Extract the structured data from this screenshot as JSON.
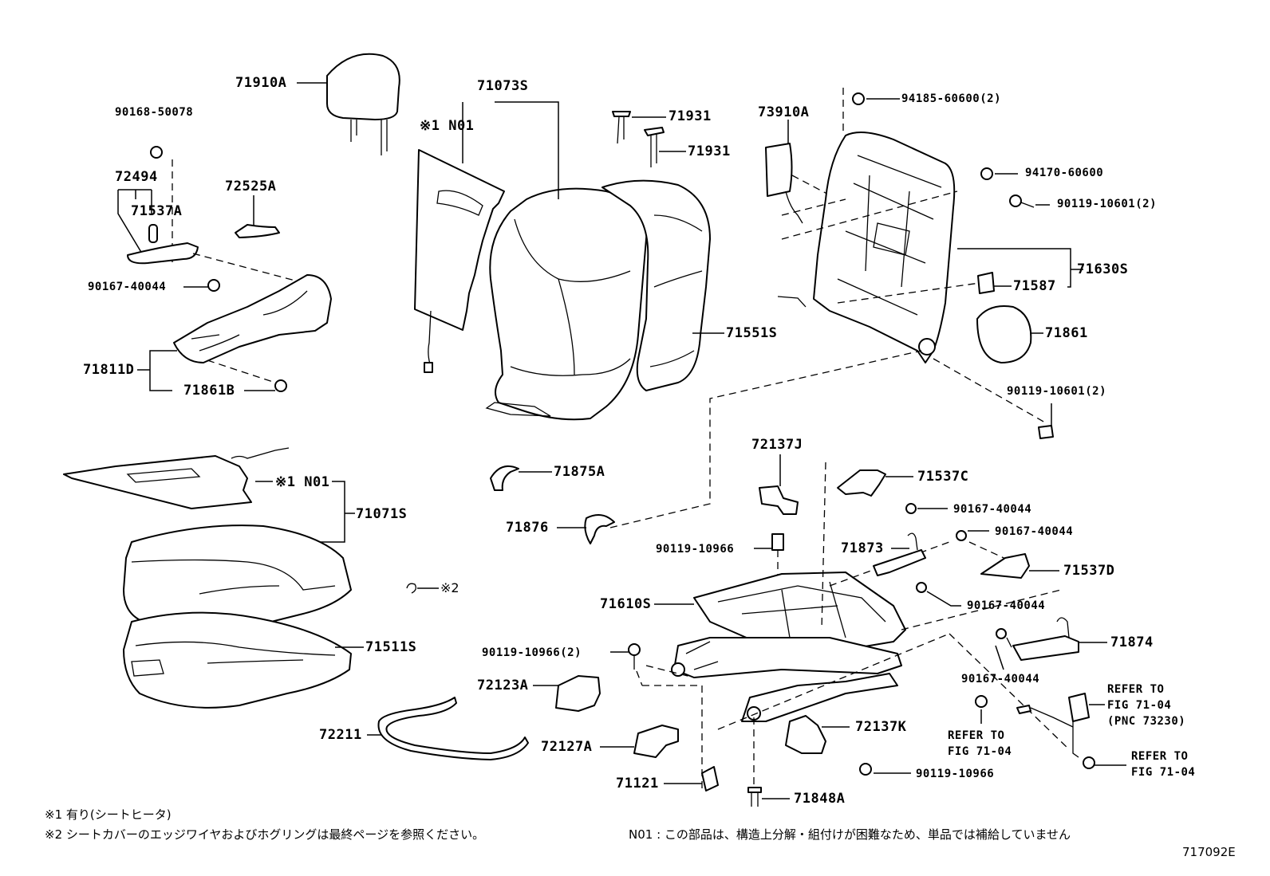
{
  "diagram_id": "717092E",
  "labels": {
    "headrest": "71910A",
    "back_cover": "71073S",
    "back_heater_note": "※1 N01",
    "bolt_90168": "90168-50078",
    "part_72494": "72494",
    "part_71537A": "71537A",
    "part_72525A": "72525A",
    "screw_90167_a": "90167-40044",
    "shield_71811D": "71811D",
    "clip_71861B": "71861B",
    "clip_71931_a": "71931",
    "clip_71931_b": "71931",
    "airbag_73910A": "73910A",
    "nut_94185": "94185-60600(2)",
    "nut_94170": "94170-60600",
    "bolt_90119_10601_a": "90119-10601(2)",
    "frame_71630S": "71630S",
    "part_71587": "71587",
    "knob_71861": "71861",
    "pad_71551S": "71551S",
    "bolt_90119_10601_b": "90119-10601(2)",
    "cushion_heater_note": "※1 N01",
    "cushion_cover_71071S": "71071S",
    "cushion_pad_71511S": "71511S",
    "wire_note": "※2",
    "part_71875A": "71875A",
    "part_71876": "71876",
    "cover_72137J": "72137J",
    "bolt_90119_10966_a": "90119-10966",
    "adjuster_71610S": "71610S",
    "bolt_90119_10966_b": "90119-10966(2)",
    "cover_72123A": "72123A",
    "wire_72211": "72211",
    "cover_72127A": "72127A",
    "bracket_71121": "71121",
    "pin_71848A": "71848A",
    "part_71537C": "71537C",
    "screw_90167_b": "90167-40044",
    "screw_90167_c": "90167-40044",
    "part_71873": "71873",
    "part_71537D": "71537D",
    "screw_90167_d": "90167-40044",
    "bracket_71874": "71874",
    "screw_90167_e": "90167-40044",
    "cover_72137K": "72137K",
    "bolt_90119_10966_c": "90119-10966",
    "refer_1": "REFER TO",
    "refer_1b": "FIG 71-04",
    "refer_1c": "(PNC 73230)",
    "refer_2": "REFER TO",
    "refer_2b": "FIG 71-04",
    "refer_3": "REFER TO",
    "refer_3b": "FIG 71-04"
  },
  "footnotes": {
    "note1": "※1 有り(シートヒータ)",
    "note2": "※2 シートカバーのエッジワイヤおよびホグリングは最終ページを参照ください。",
    "note_n01": "N01 : この部品は、構造上分解・組付けが困難なため、単品では補給していません"
  },
  "colors": {
    "ink": "#000000",
    "paper": "#ffffff"
  }
}
